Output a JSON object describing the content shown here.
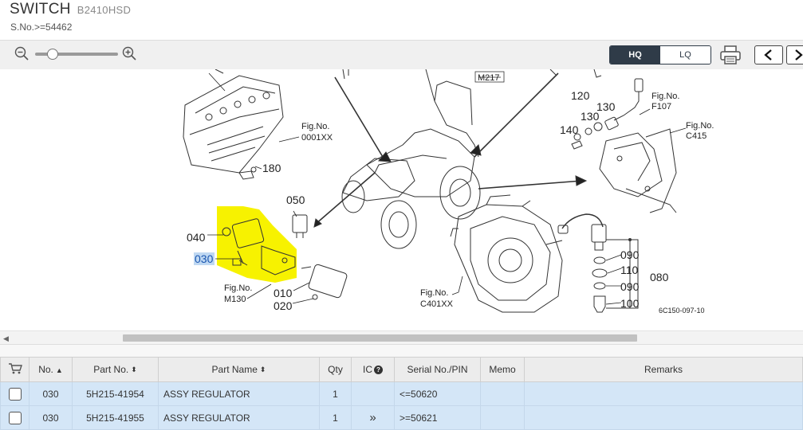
{
  "header": {
    "title": "SWITCH",
    "model": "B2410HSD",
    "serial": "S.No.>=54462"
  },
  "toolbar": {
    "hq_label": "HQ",
    "lq_label": "LQ",
    "zoom_level": 0.2
  },
  "diagram": {
    "fig_refs": [
      "M217",
      "Fig.No.",
      "F107",
      "Fig.No.",
      "C415",
      "Fig.No.",
      "0001XX",
      "Fig.No.",
      "M130",
      "Fig.No.",
      "C401XX"
    ],
    "callouts": [
      "120",
      "130",
      "130",
      "140",
      "180",
      "050",
      "040",
      "030",
      "010",
      "020",
      "090",
      "110",
      "090",
      "100",
      "080"
    ],
    "drawing_code": "6C150-097-10"
  },
  "table": {
    "headers": {
      "no": "No.",
      "part_no": "Part No.",
      "part_name": "Part Name",
      "qty": "Qty",
      "ic": "IC",
      "serial": "Serial No./PIN",
      "memo": "Memo",
      "remarks": "Remarks"
    },
    "rows": [
      {
        "no": "030",
        "part_no": "5H215-41954",
        "part_name": "ASSY REGULATOR",
        "qty": "1",
        "ic": "",
        "serial": "<=50620",
        "memo": "",
        "remarks": ""
      },
      {
        "no": "030",
        "part_no": "5H215-41955",
        "part_name": "ASSY REGULATOR",
        "qty": "1",
        "ic": "»",
        "serial": ">=50621",
        "memo": "",
        "remarks": ""
      }
    ]
  },
  "colors": {
    "highlight": "#f7f200",
    "selected_row": "#d4e6f7",
    "quality_active": "#2f3b48"
  }
}
